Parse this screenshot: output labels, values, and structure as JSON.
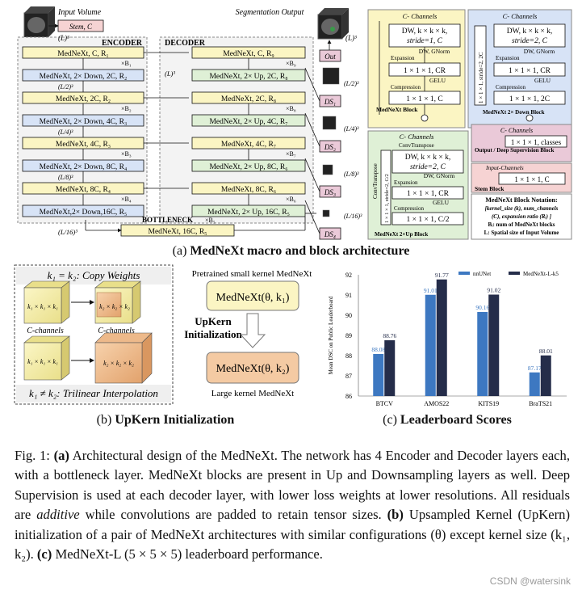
{
  "panel_a": {
    "input_label": "Input Volume",
    "stem_label": "Stem, C",
    "seg_label": "Segmentation Output",
    "encoder_label": "ENCODER",
    "decoder_label": "DECODER",
    "bottleneck_label": "BOTTLENECK",
    "size_L": "(L)³",
    "size_L2": "(L/2)³",
    "size_L4": "(L/4)³",
    "size_L8": "(L/8)³",
    "size_L16": "(L/16)³",
    "enc_blocks": [
      "MedNeXt, C, R₁",
      "MedNeXt, 2C, R₂",
      "MedNeXt, 4C, R₃",
      "MedNeXt, 8C, R₄"
    ],
    "enc_downs": [
      "MedNeXt, 2× Down, 2C, R₂",
      "MedNeXt, 2× Down, 4C, R₃",
      "MedNeXt, 2× Down, 8C, R₄",
      "MedNeXt,2× Down,16C, R₅"
    ],
    "enc_mults": [
      "×B₁",
      "×B₂",
      "×B₃",
      "×B₄"
    ],
    "dec_blocks": [
      "MedNeXt, C, R₉",
      "MedNeXt, 2C, R₈",
      "MedNeXt, 4C, R₇",
      "MedNeXt, 8C, R₆"
    ],
    "dec_ups": [
      "MedNeXt, 2× Up, 2C, R₈",
      "MedNeXt, 2× Up, 4C, R₇",
      "MedNeXt, 2× Up, 8C, R₆",
      "MedNeXt, 2× Up, 16C, R₅"
    ],
    "dec_mults": [
      "×B₉",
      "×B₈",
      "×B₇",
      "×B₆"
    ],
    "bottleneck_block": "MedNeXt, 16C, R₅",
    "bottleneck_mult": "×B₅",
    "out_label": "Out",
    "ds_labels": [
      "DS₁",
      "DS₂",
      "DS₃",
      "DS₄"
    ],
    "ds_sizes": [
      "(L/2)³",
      "(L/4)³",
      "(L/8)³",
      "(L/16)³"
    ],
    "block_mednext": {
      "channels": "C- Channels",
      "dw": "DW, k × k × k,",
      "stride": "stride=1, C",
      "gnorm": "DW, GNorm",
      "expansion": "Expansion",
      "exp_conv": "1 × 1 × 1, CR",
      "gelu": "GELU",
      "compression": "Compression",
      "comp_conv": "1 × 1 × 1, C",
      "name": "MedNeXt Block"
    },
    "block_down": {
      "channels": "C- Channels",
      "dw": "DW, k × k × k,",
      "stride": "stride=2, C",
      "gnorm": "DW, GNorm",
      "expansion": "Expansion",
      "exp_conv": "1 × 1 × 1, CR",
      "gelu": "GELU",
      "compression": "Compression",
      "comp_conv": "1 × 1 × 1, 2C",
      "side": "1 × 1 × 1, stride=2, 2C",
      "name": "MedNeXt 2× Down Block"
    },
    "block_up": {
      "channels": "C- Channels",
      "convt": "ConvTranspose",
      "dw": "DW, k × k × k,",
      "stride": "stride=2, C",
      "gnorm": "DW, GNorm",
      "expansion": "Expansion",
      "exp_conv": "1 × 1 × 1, CR",
      "gelu": "GELU",
      "compression": "Compression",
      "comp_conv": "1 × 1 × 1, C/2",
      "side_label": "ConvTranspose",
      "side": "1 × 1 × 1, stride=2, C/2",
      "name": "MedNeXt 2×Up Block"
    },
    "block_output": {
      "channels": "C- Channels",
      "conv": "1 × 1 × 1, classes",
      "name": "Output / Deep Supervision Block"
    },
    "block_stem": {
      "channels": "Input-Channels",
      "conv": "1 × 1 × 1, C",
      "name": "Stem Block"
    },
    "notation": {
      "title": "MedNeXt Block Notation:",
      "line1": "[kernel_size (k), num_channels",
      "line2": "(C), expansion ratio (Rᵢ) ]",
      "line3": "Bᵢ: num of MedNeXt blocks",
      "line4": "L: Spatial size of Input Volume"
    },
    "caption_label": "(a)",
    "caption_text": "MedNeXt macro and block architecture"
  },
  "panel_b": {
    "top_label": "k₁ = k₂: Copy Weights",
    "bottom_label": "k₁ ≠ k₂: Trilinear Interpolation",
    "cube_small": "k₁ × k₁ × k₁",
    "cube_large": "k₂ × k₂ × k₂",
    "c_channels": "C-channels",
    "pretrained": "Pretrained small kernel MedNeXt",
    "model_small": "MedNeXt(θ, k₁)",
    "upkern1": "UpKern",
    "upkern2": "Initialization",
    "model_large": "MedNeXt(θ, k₂)",
    "large_label": "Large kernel MedNeXt",
    "caption_label": "(b)",
    "caption_text": "UpKern Initialization"
  },
  "panel_c": {
    "caption_label": "(c)",
    "caption_text": "Leaderboard Scores"
  },
  "chart_data": {
    "type": "bar",
    "categories": [
      "BTCV",
      "AMOS22",
      "KITS19",
      "BraTS21"
    ],
    "series": [
      {
        "name": "nnUNet",
        "values": [
          88.08,
          91.01,
          90.16,
          87.17
        ],
        "color": "#3d78c1"
      },
      {
        "name": "MedNeXt-L-k5",
        "values": [
          88.76,
          91.77,
          91.02,
          88.01
        ],
        "color": "#252d4a"
      }
    ],
    "value_labels": [
      [
        "88.08",
        "91.01",
        "90.16",
        "87.17"
      ],
      [
        "88.76",
        "91.77",
        "91.02",
        "88.01"
      ]
    ],
    "ylabel": "Mean DSC on Public Leaderboard",
    "ylim": [
      86,
      92
    ],
    "yticks": [
      "86",
      "87",
      "88",
      "89",
      "90",
      "91",
      "92"
    ],
    "legend_position": "top-right",
    "grid": false
  },
  "caption": {
    "fig": "Fig. 1:",
    "a_label": "(a)",
    "a_text": " Architectural design of the MedNeXt. The network has 4 Encoder and Decoder layers each, with a bottleneck layer. MedNeXt blocks are present in Up and Downsampling layers as well. Deep Supervision is used at each decoder layer, with lower loss weights at lower resolutions. All residuals are ",
    "additive": "additive",
    "a_text2": " while convolutions are padded to retain tensor sizes. ",
    "b_label": "(b)",
    "b_text": " Upsampled Kernel (UpKern) initialization of a pair of MedNeXt architectures with similar configurations (θ) except kernel size (k₁, k₂). ",
    "c_label": "(c)",
    "c_text": " MedNeXt-L (5 × 5 × 5) leaderboard performance."
  },
  "watermark": "CSDN @watersink",
  "colors": {
    "yellow": "#fbf5c3",
    "blue": "#d7e3f6",
    "green": "#dff0d6",
    "pink": "#eac9d8",
    "rose": "#f6d3d3",
    "orange": "#f4caa3"
  }
}
